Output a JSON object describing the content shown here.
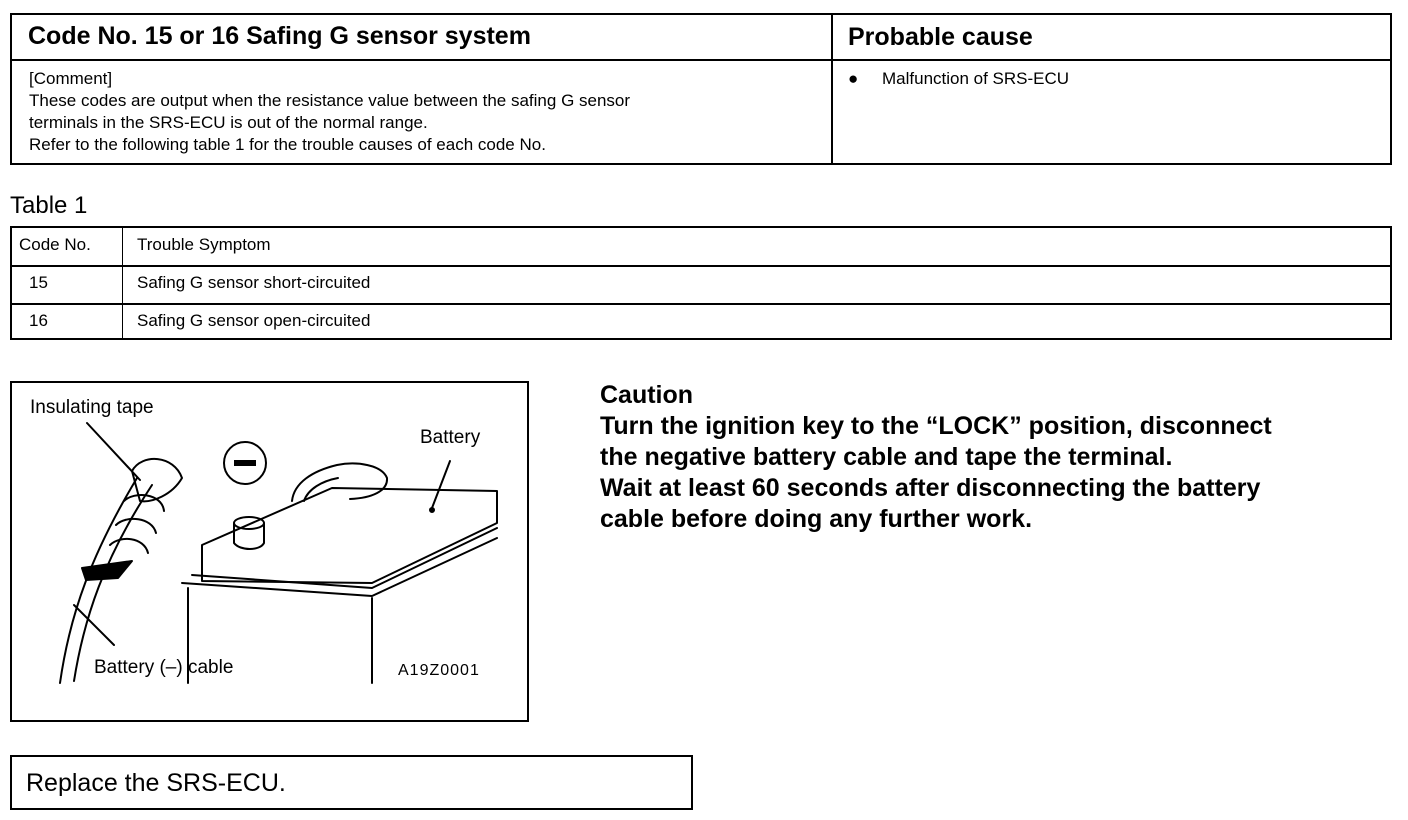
{
  "header": {
    "title": "Code No. 15 or 16 Safing G sensor system",
    "cause_title": "Probable cause"
  },
  "comment": {
    "heading": "[Comment]",
    "line1": "These codes are output when the resistance value between the safing G sensor",
    "line2": "terminals in the SRS-ECU is out of the normal range.",
    "line3": "Refer to the following table 1 for the trouble causes of each code No."
  },
  "causes": {
    "bullet": "●",
    "item1": "Malfunction of SRS-ECU"
  },
  "table1": {
    "caption": "Table 1",
    "headers": [
      "Code No.",
      "Trouble Symptom"
    ],
    "rows": [
      [
        "15",
        "Safing G sensor short-circuited"
      ],
      [
        "16",
        "Safing G sensor open-circuited"
      ]
    ]
  },
  "figure": {
    "label_tape": "Insulating tape",
    "label_battery": "Battery",
    "label_cable": "Battery (–) cable",
    "code": "A19Z0001"
  },
  "caution": {
    "title": "Caution",
    "line1": "Turn the ignition key to the “LOCK” position, disconnect",
    "line2": "the negative battery cable and tape the terminal.",
    "line3": "Wait at least 60 seconds after disconnecting the battery",
    "line4": "cable before doing any further work."
  },
  "action": {
    "text": "Replace the SRS-ECU."
  }
}
